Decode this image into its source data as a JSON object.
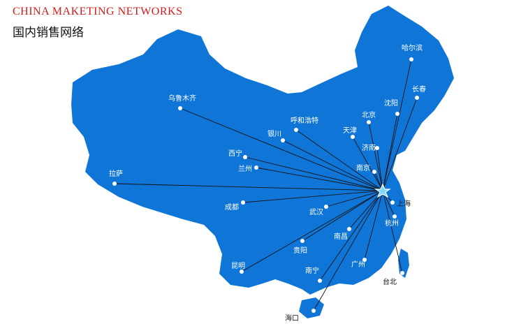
{
  "header": {
    "title_en": "CHINA MAKETING NETWORKS",
    "title_cn": "国内销售网络"
  },
  "colors": {
    "land": "#0f76d8",
    "land_dark": "#0a5fb3",
    "line": "#111111",
    "dot": "#ffffff",
    "hub_star": "#7fd6ff"
  },
  "hub": {
    "name": "",
    "icon": "star-icon"
  },
  "cities": [
    {
      "id": "harbin",
      "name": "哈尔滨"
    },
    {
      "id": "changchun",
      "name": "长春"
    },
    {
      "id": "shenyang",
      "name": "沈阳"
    },
    {
      "id": "beijing",
      "name": "北京"
    },
    {
      "id": "tianjin",
      "name": "天津"
    },
    {
      "id": "jinan",
      "name": "济南"
    },
    {
      "id": "nanjing",
      "name": "南京"
    },
    {
      "id": "shanghai",
      "name": "上海"
    },
    {
      "id": "hangzhou",
      "name": "杭州"
    },
    {
      "id": "hohhot",
      "name": "呼和浩特"
    },
    {
      "id": "urumqi",
      "name": "乌鲁木齐"
    },
    {
      "id": "yinchuan",
      "name": "银川"
    },
    {
      "id": "xining",
      "name": "西宁"
    },
    {
      "id": "lanzhou",
      "name": "兰州"
    },
    {
      "id": "lhasa",
      "name": "拉萨"
    },
    {
      "id": "chengdu",
      "name": "成都"
    },
    {
      "id": "wuhan",
      "name": "武汉"
    },
    {
      "id": "nanchang",
      "name": "南昌"
    },
    {
      "id": "guiyang",
      "name": "贵阳"
    },
    {
      "id": "kunming",
      "name": "昆明"
    },
    {
      "id": "nanning",
      "name": "南宁"
    },
    {
      "id": "guangzhou",
      "name": "广州"
    },
    {
      "id": "taipei",
      "name": "台北"
    },
    {
      "id": "haikou",
      "name": "海口"
    }
  ]
}
